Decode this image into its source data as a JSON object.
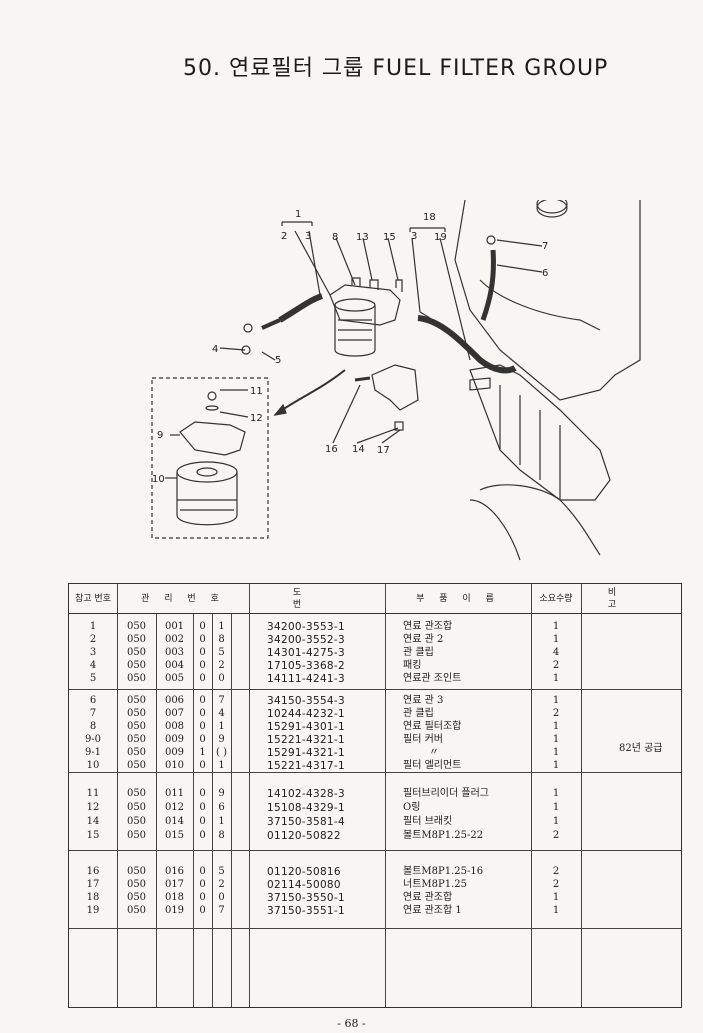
{
  "title": "50. 연료필터 그룹 FUEL FILTER GROUP",
  "callouts": [
    "1",
    "2",
    "3",
    "8",
    "13",
    "15",
    "18",
    "3",
    "19",
    "7",
    "6",
    "4",
    "5",
    "11",
    "12",
    "9",
    "10",
    "16",
    "14",
    "17"
  ],
  "headers": {
    "ref": "참고 번호",
    "mgmt": "관 리 번 호",
    "partno": "도 번",
    "name": "부 품 이 름",
    "qty": "소요수량",
    "remark": "비 고"
  },
  "rows": [
    {
      "ref": "1",
      "a": "050",
      "b": "001",
      "c": "0",
      "d": "1",
      "pn": "34200-3553-1",
      "name": "연료 관조합",
      "qty": "1"
    },
    {
      "ref": "2",
      "a": "050",
      "b": "002",
      "c": "0",
      "d": "8",
      "pn": "34200-3552-3",
      "name": "연료 관 2",
      "qty": "1"
    },
    {
      "ref": "3",
      "a": "050",
      "b": "003",
      "c": "0",
      "d": "5",
      "pn": "14301-4275-3",
      "name": "관 클립",
      "qty": "4"
    },
    {
      "ref": "4",
      "a": "050",
      "b": "004",
      "c": "0",
      "d": "2",
      "pn": "17105-3368-2",
      "name": "패킹",
      "qty": "2"
    },
    {
      "ref": "5",
      "a": "050",
      "b": "005",
      "c": "0",
      "d": "0",
      "pn": "14111-4241-3",
      "name": "연료관 조인트",
      "qty": "1"
    },
    {
      "ref": "6",
      "a": "050",
      "b": "006",
      "c": "0",
      "d": "7",
      "pn": "34150-3554-3",
      "name": "연료 관 3",
      "qty": "1"
    },
    {
      "ref": "7",
      "a": "050",
      "b": "007",
      "c": "0",
      "d": "4",
      "pn": "10244-4232-1",
      "name": "관 클립",
      "qty": "2"
    },
    {
      "ref": "8",
      "a": "050",
      "b": "008",
      "c": "0",
      "d": "1",
      "pn": "15291-4301-1",
      "name": "연료 필터조합",
      "qty": "1"
    },
    {
      "ref": "9-0",
      "a": "050",
      "b": "009",
      "c": "0",
      "d": "9",
      "pn": "15221-4321-1",
      "name": "필터 커버",
      "qty": "1"
    },
    {
      "ref": "9-1",
      "a": "050",
      "b": "009",
      "c": "1",
      "d": "( )",
      "pn": "15291-4321-1",
      "name": "〃",
      "qty": "1"
    },
    {
      "ref": "10",
      "a": "050",
      "b": "010",
      "c": "0",
      "d": "1",
      "pn": "15221-4317-1",
      "name": "필터 엘리먼트",
      "qty": "1"
    },
    {
      "ref": "11",
      "a": "050",
      "b": "011",
      "c": "0",
      "d": "9",
      "pn": "14102-4328-3",
      "name": "필터브리이더 플러그",
      "qty": "1"
    },
    {
      "ref": "12",
      "a": "050",
      "b": "012",
      "c": "0",
      "d": "6",
      "pn": "15108-4329-1",
      "name": "O링",
      "qty": "1"
    },
    {
      "ref": "14",
      "a": "050",
      "b": "014",
      "c": "0",
      "d": "1",
      "pn": "37150-3581-4",
      "name": "필터 브래킷",
      "qty": "1"
    },
    {
      "ref": "15",
      "a": "050",
      "b": "015",
      "c": "0",
      "d": "8",
      "pn": "01120-50822",
      "name": "볼트M8P1.25-22",
      "qty": "2"
    },
    {
      "ref": "16",
      "a": "050",
      "b": "016",
      "c": "0",
      "d": "5",
      "pn": "01120-50816",
      "name": "볼트M8P1.25-16",
      "qty": "2"
    },
    {
      "ref": "17",
      "a": "050",
      "b": "017",
      "c": "0",
      "d": "2",
      "pn": "02114-50080",
      "name": "너트M8P1.25",
      "qty": "2"
    },
    {
      "ref": "18",
      "a": "050",
      "b": "018",
      "c": "0",
      "d": "0",
      "pn": "37150-3550-1",
      "name": "연료 관조합",
      "qty": "1"
    },
    {
      "ref": "19",
      "a": "050",
      "b": "019",
      "c": "0",
      "d": "7",
      "pn": "37150-3551-1",
      "name": "연료 관조합 1",
      "qty": "1"
    }
  ],
  "remark_text": "82년 공급",
  "footer": "- 68 -"
}
